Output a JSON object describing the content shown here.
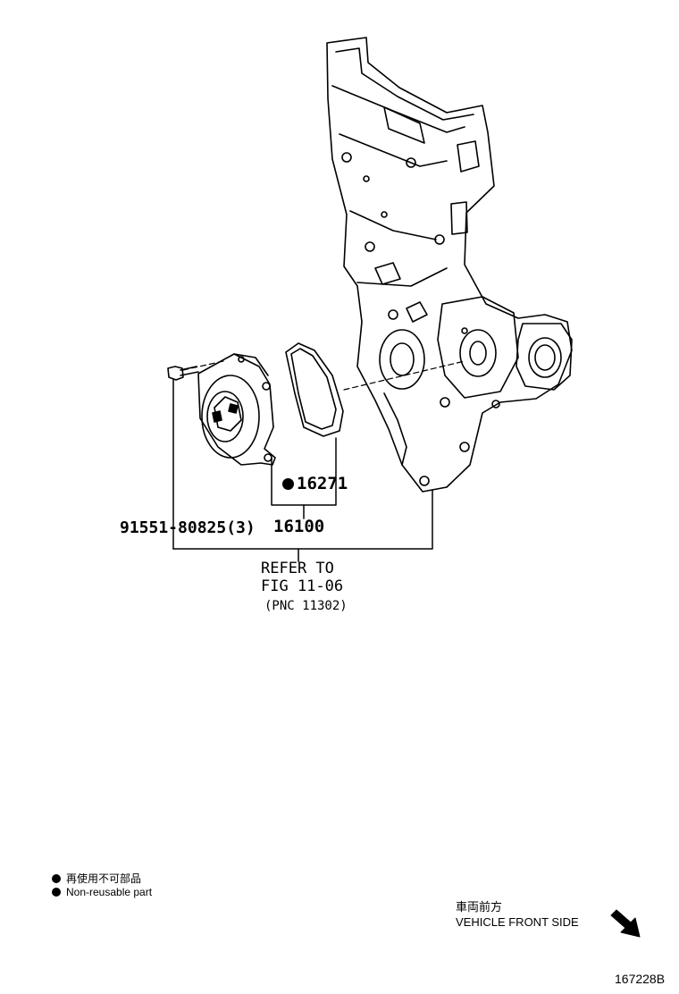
{
  "callouts": {
    "gasket": "16271",
    "pump": "16100",
    "bolt": "91551-80825(3)"
  },
  "reference": {
    "line1": "REFER TO",
    "line2": "FIG 11-06",
    "line3": "(PNC 11302)"
  },
  "legend": {
    "japanese": "再使用不可部品",
    "english": "Non-reusable part"
  },
  "direction": {
    "japanese": "車両前方",
    "english": "VEHICLE FRONT SIDE"
  },
  "figure_id": "167228B"
}
